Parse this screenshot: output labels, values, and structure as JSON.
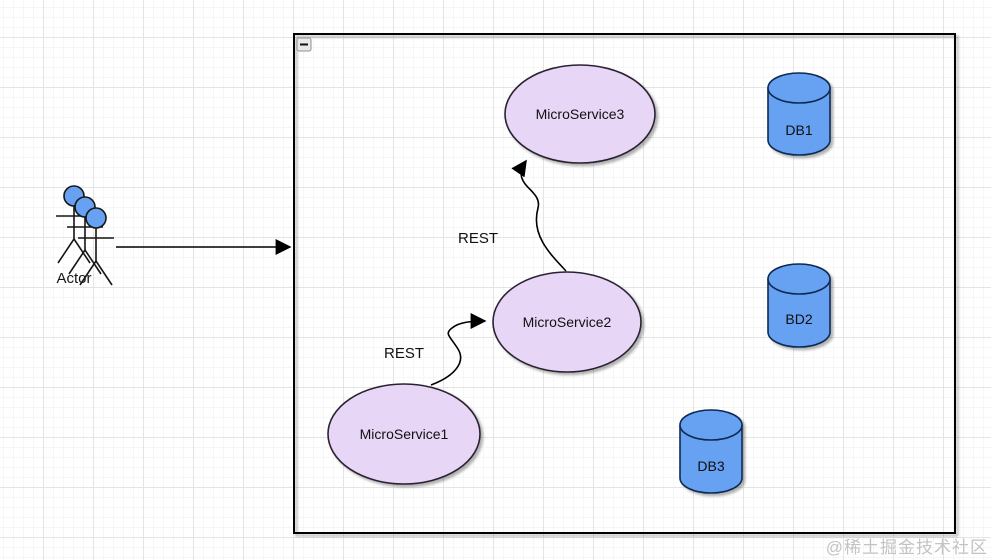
{
  "canvas": {
    "watermark": "@稀土掘金技术社区"
  },
  "container": {
    "collapse_icon": "minus-icon",
    "border_color": "#000000"
  },
  "diagram": {
    "type": "microservices-architecture",
    "actor": {
      "label": "Actor"
    },
    "nodes": [
      {
        "id": "ms3",
        "label": "MicroService3",
        "shape": "ellipse"
      },
      {
        "id": "ms2",
        "label": "MicroService2",
        "shape": "ellipse"
      },
      {
        "id": "ms1",
        "label": "MicroService1",
        "shape": "ellipse"
      },
      {
        "id": "db1",
        "label": "DB1",
        "shape": "cylinder"
      },
      {
        "id": "bd2",
        "label": "BD2",
        "shape": "cylinder"
      },
      {
        "id": "db3",
        "label": "DB3",
        "shape": "cylinder"
      }
    ],
    "edges": [
      {
        "from": "actor",
        "to": "container",
        "label": ""
      },
      {
        "from": "ms1",
        "to": "ms2",
        "label": "REST"
      },
      {
        "from": "ms2",
        "to": "ms3",
        "label": "REST"
      }
    ],
    "colors": {
      "ellipse_fill": "#E7D6F6",
      "ellipse_stroke": "#2A2430",
      "cylinder_fill": "#66A1F2",
      "cylinder_stroke": "#0E2A52",
      "actor_head_fill": "#66A1F2",
      "edge": "#000000",
      "container_border": "#000000",
      "watermark": "#C3C3C3"
    }
  }
}
